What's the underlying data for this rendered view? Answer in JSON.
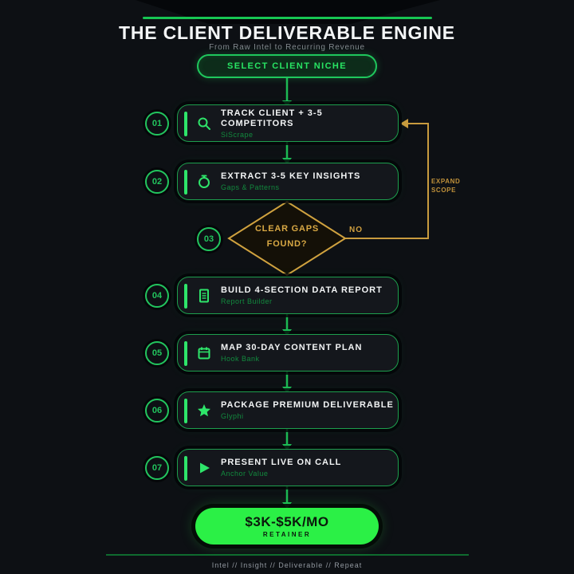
{
  "header": {
    "title": "THE CLIENT DELIVERABLE ENGINE",
    "subtitle": "From Raw Intel to Recurring Revenue"
  },
  "start": {
    "label": "SELECT CLIENT NICHE"
  },
  "steps": [
    {
      "num": "01",
      "title": "TRACK CLIENT + 3-5 COMPETITORS",
      "subtitle": "SiScrape",
      "icon": "search-icon"
    },
    {
      "num": "02",
      "title": "EXTRACT 3-5 KEY INSIGHTS",
      "subtitle": "Gaps & Patterns",
      "icon": "stopwatch-icon"
    },
    {
      "num": "03",
      "type": "decision",
      "line1": "CLEAR GAPS",
      "line2": "FOUND?",
      "no_label": "NO"
    },
    {
      "num": "04",
      "title": "BUILD 4-SECTION DATA REPORT",
      "subtitle": "Report Builder",
      "icon": "document-icon"
    },
    {
      "num": "05",
      "title": "MAP 30-DAY CONTENT PLAN",
      "subtitle": "Hook Bank",
      "icon": "calendar-icon"
    },
    {
      "num": "06",
      "title": "PACKAGE PREMIUM DELIVERABLE",
      "subtitle": "Glyphi",
      "icon": "star-icon"
    },
    {
      "num": "07",
      "title": "PRESENT LIVE ON CALL",
      "subtitle": "Anchor Value",
      "icon": "play-icon"
    }
  ],
  "loop": {
    "line1": "EXPAND",
    "line2": "SCOPE"
  },
  "result": {
    "amount": "$3K-$5K/MO",
    "label": "RETAINER"
  },
  "footer": {
    "tagline": "Intel  //  Insight  //  Deliverable  //  Repeat"
  },
  "colors": {
    "background": "#0d1014",
    "accent_green": "#22c55e",
    "bright_green": "#2bf046",
    "muted_green": "#128a3e",
    "orange": "#d0a23f",
    "box_fill": "#14171c",
    "text_white": "#f2f4f5",
    "text_gray": "#83898f"
  }
}
